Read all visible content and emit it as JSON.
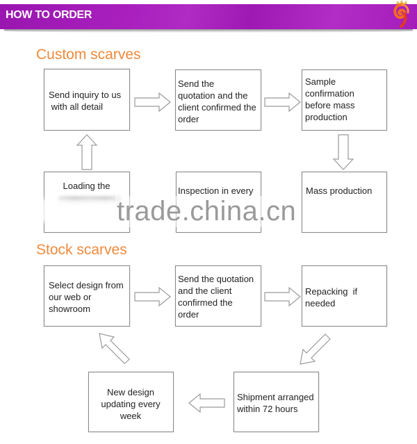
{
  "header": {
    "title": "HOW TO ORDER",
    "color": "#a81fbd",
    "logo_icon": "brand-logo-icon"
  },
  "custom": {
    "title": "Custom scarves",
    "steps": [
      {
        "text": "Send inquiry to us\n with all detail"
      },
      {
        "text": "Send the\nquotation and the\nclient confirmed the\norder"
      },
      {
        "text": "Sample\nconfirmation\nbefore mass\nproduction"
      },
      {
        "text": "Mass production"
      },
      {
        "text": "Inspection in every"
      },
      {
        "text": "Loading the"
      }
    ]
  },
  "stock": {
    "title": "Stock scarves",
    "steps": [
      {
        "text": "Select design from\nour web or\nshowroom"
      },
      {
        "text": "Send the quotation\nand the client\nconfirmed the\norder"
      },
      {
        "text": "Repacking  if\nneeded"
      },
      {
        "text": "Shipment arranged\nwithin 72 hours"
      },
      {
        "text": "New design\nupdating every\nweek"
      }
    ]
  },
  "watermark": "trade.china.cn",
  "colors": {
    "section_title": "#f0893a",
    "box_border": "#8a8a8a",
    "arrow_stroke": "#9a9a9a"
  }
}
